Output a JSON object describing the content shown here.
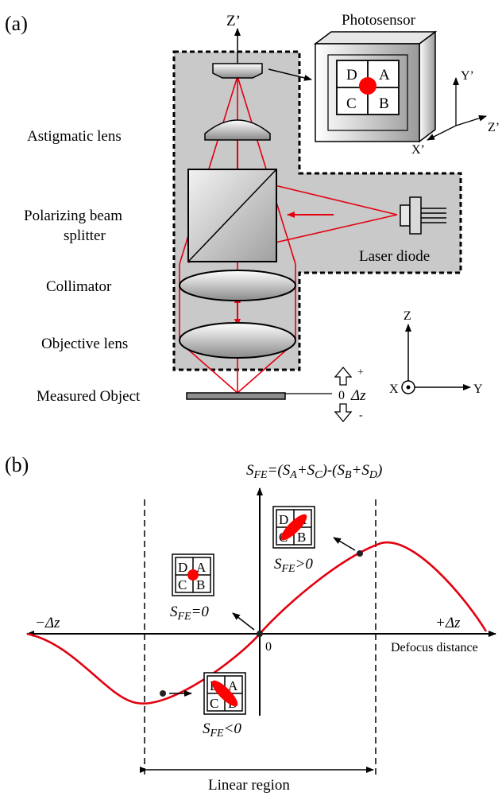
{
  "panel_a": {
    "label": "(a)",
    "z_prime_axis": "Z’",
    "photosensor": {
      "title": "Photosensor",
      "quadrants": [
        "D",
        "A",
        "C",
        "B"
      ],
      "axes": {
        "y": "Y’",
        "z": "Z’",
        "x": "X’"
      }
    },
    "components": {
      "astigmatic_lens": "Astigmatic lens",
      "pbs_line1": "Polarizing beam",
      "pbs_line2": "splitter",
      "collimator": "Collimator",
      "objective_lens": "Objective lens",
      "measured_object": "Measured Object",
      "laser_diode": "Laser diode"
    },
    "defocus_marker": {
      "plus": "+",
      "zero": "0",
      "minus": "-",
      "label": "Δz"
    },
    "coord_axes": {
      "z": "Z",
      "x": "X",
      "y": "Y"
    }
  },
  "panel_b": {
    "label": "(b)",
    "formula": {
      "lhs_S": "S",
      "lhs_sub": "FE",
      "eq": "=(",
      "sA": "S",
      "sA_sub": "A",
      "plus1": "+",
      "sC": "S",
      "sC_sub": "C",
      "mid": ")-(",
      "sB": "S",
      "sB_sub": "B",
      "plus2": "+",
      "sD": "S",
      "sD_sub": "D",
      "close": ")"
    },
    "x_neg": "−Δz",
    "x_pos": "+Δz",
    "origin": "0",
    "x_axis_label": "Defocus distance",
    "linear_region": "Linear region",
    "spots": {
      "zero": {
        "S": "S",
        "sub": "FE",
        "rel": "=0"
      },
      "pos": {
        "S": "S",
        "sub": "FE",
        "rel": ">0"
      },
      "neg": {
        "S": "S",
        "sub": "FE",
        "rel": "<0"
      }
    },
    "quadrant_letters": [
      "D",
      "A",
      "C",
      "B"
    ]
  },
  "colors": {
    "beam": "#e3000f",
    "spot": "#ff0000",
    "box": "#c9c9c9"
  }
}
